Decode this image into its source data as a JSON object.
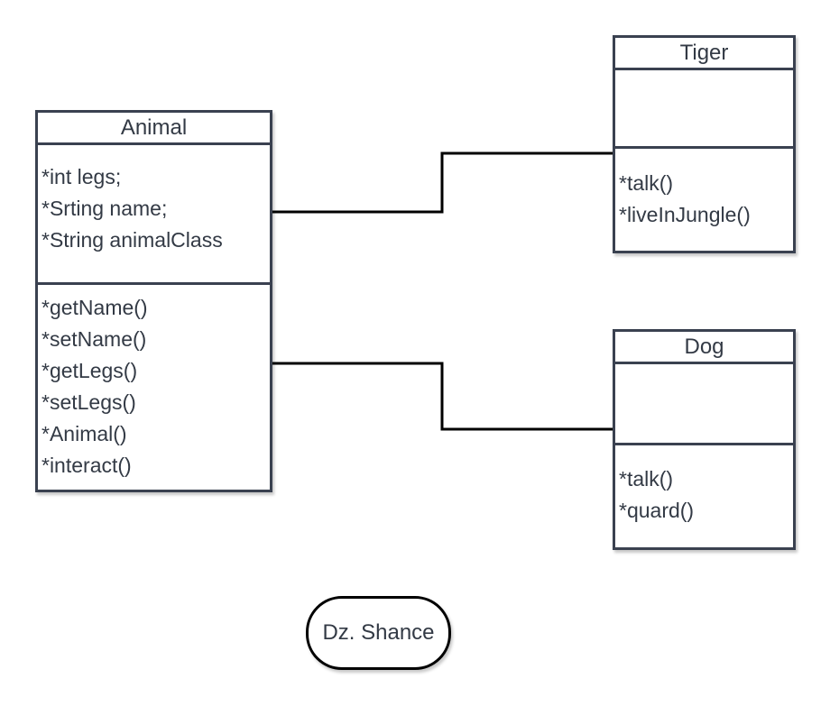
{
  "diagram": {
    "classes": {
      "animal": {
        "name": "Animal",
        "attributes": [
          "*int legs;",
          "*Srting name;",
          "*String animalClass"
        ],
        "methods": [
          "*getName()",
          "*setName()",
          "*getLegs()",
          "*setLegs()",
          "*Animal()",
          "*interact()"
        ]
      },
      "tiger": {
        "name": "Tiger",
        "attributes": [],
        "methods": [
          "*talk()",
          "*liveInJungle()"
        ]
      },
      "dog": {
        "name": "Dog",
        "attributes": [],
        "methods": [
          "*talk()",
          "*quard()"
        ]
      }
    },
    "connections": [
      {
        "from": "animal",
        "to": "tiger"
      },
      {
        "from": "animal",
        "to": "dog"
      }
    ],
    "signature": "Dz. Shance",
    "colors": {
      "box_border": "#3a4150",
      "text": "#333a45",
      "connector": "#000000",
      "background": "#ffffff"
    }
  }
}
